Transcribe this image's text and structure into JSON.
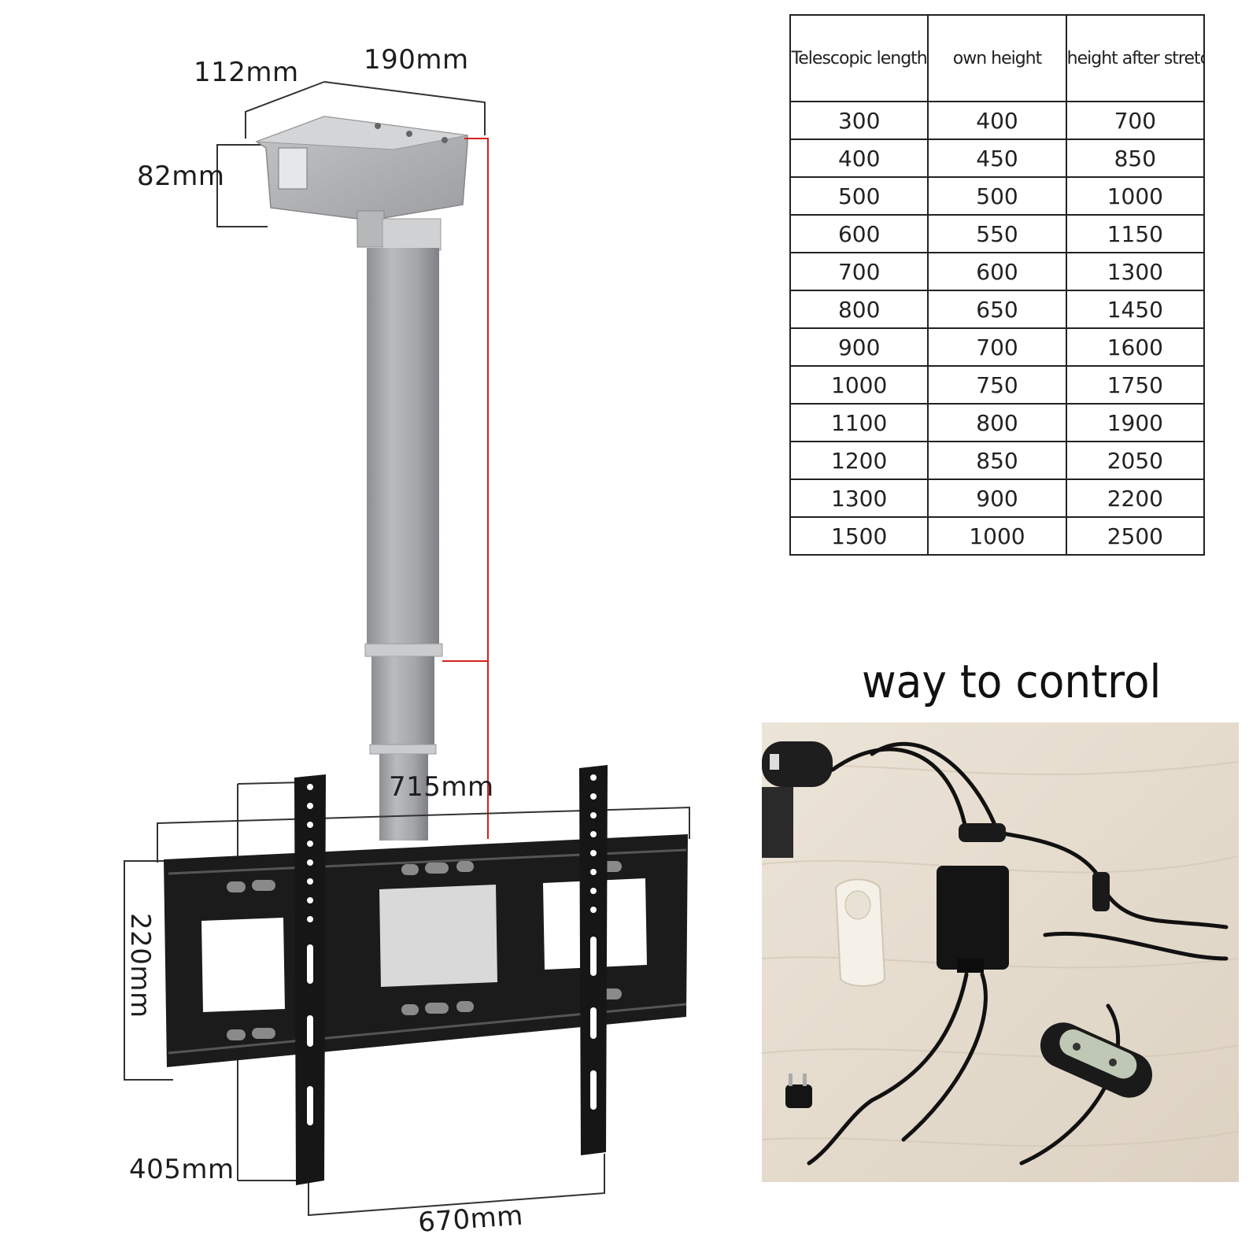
{
  "dimensions": {
    "depth": "112mm",
    "width": "190mm",
    "height": "82mm",
    "bracket_width": "715mm",
    "plate_height": "220mm",
    "rail_length": "405mm",
    "rail_spacing": "670mm"
  },
  "spec_table": {
    "headers": [
      "Telescopic length",
      "own height",
      "height after stretch"
    ],
    "rows": [
      [
        "300",
        "400",
        "700"
      ],
      [
        "400",
        "450",
        "850"
      ],
      [
        "500",
        "500",
        "1000"
      ],
      [
        "600",
        "550",
        "1150"
      ],
      [
        "700",
        "600",
        "1300"
      ],
      [
        "800",
        "650",
        "1450"
      ],
      [
        "900",
        "700",
        "1600"
      ],
      [
        "1000",
        "750",
        "1750"
      ],
      [
        "1100",
        "800",
        "1900"
      ],
      [
        "1200",
        "850",
        "2050"
      ],
      [
        "1300",
        "900",
        "2200"
      ],
      [
        "1500",
        "1000",
        "2500"
      ]
    ]
  },
  "control": {
    "title": "way to control"
  },
  "colors": {
    "column": "#a7a9ab",
    "bracket": "#1b1b1b",
    "measure_line": "#d62020",
    "table_border": "#222222"
  }
}
